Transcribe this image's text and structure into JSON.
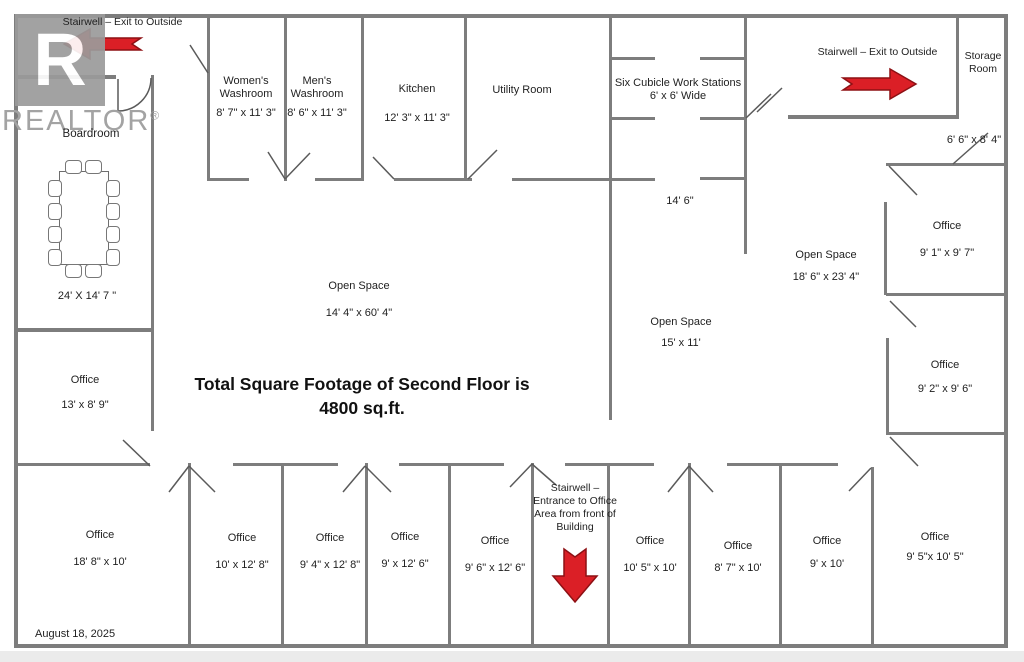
{
  "watermark": {
    "logo_letter": "R",
    "brand": "REALTOR",
    "registered": "®"
  },
  "notes": {
    "date": "August 18, 2025",
    "total_line1": "Total Square Footage of Second Floor is",
    "total_line2": "4800 sq.ft."
  },
  "stairwells": {
    "top_left": "Stairwell – Exit to Outside",
    "top_right": "Stairwell – Exit to Outside",
    "bottom_entrance": "Stairwell – Entrance to Office Area from front of Building"
  },
  "accent_colors": {
    "arrow_red": "#db1f26",
    "wall_gray": "#7d7d7d"
  },
  "rooms": {
    "boardroom": {
      "name": "Boardroom",
      "dims": "24' X 14' 7 \""
    },
    "womens_washroom": {
      "name": "Women's Washroom",
      "dims": "8' 7\" x 11' 3\""
    },
    "mens_washroom": {
      "name": "Men's Washroom",
      "dims": "8' 6\" x 11' 3\""
    },
    "kitchen": {
      "name": "Kitchen",
      "dims": "12' 3\" x 11' 3\""
    },
    "utility": {
      "name": "Utility Room",
      "dims": ""
    },
    "cubicles": {
      "name": "Six Cubicle Work Stations 6' x 6' Wide",
      "dims": ""
    },
    "cubicle_area": {
      "dims": "14' 6\""
    },
    "open_space_left": {
      "name": "Open Space",
      "dims": "14' 4\" x 60' 4\""
    },
    "open_space_mid": {
      "name": "Open Space",
      "dims": "15' x 11'"
    },
    "open_space_right": {
      "name": "Open Space",
      "dims": "18' 6\" x 23' 4\""
    },
    "storage": {
      "name": "Storage Room",
      "dims": "6' 6\" x 8' 4\""
    },
    "office_r1": {
      "name": "Office",
      "dims": "9' 1\" x 9' 7\""
    },
    "office_r2": {
      "name": "Office",
      "dims": "9' 2\" x 9' 6\""
    },
    "office_left": {
      "name": "Office",
      "dims": "13' x 8' 9\""
    },
    "office_b1": {
      "name": "Office",
      "dims": "18' 8\" x 10'"
    },
    "office_b2": {
      "name": "Office",
      "dims": "10' x 12' 8\""
    },
    "office_b3": {
      "name": "Office",
      "dims": "9' 4\" x 12' 8\""
    },
    "office_b4": {
      "name": "Office",
      "dims": "9' x 12' 6\""
    },
    "office_b5": {
      "name": "Office",
      "dims": "9' 6\" x 12' 6\""
    },
    "office_b6": {
      "name": "Office",
      "dims": "10' 5\" x 10'"
    },
    "office_b7": {
      "name": "Office",
      "dims": "8' 7\" x 10'"
    },
    "office_b8": {
      "name": "Office",
      "dims": "9' x 10'"
    },
    "office_b9": {
      "name": "Office",
      "dims": "9' 5\"x 10' 5\""
    }
  }
}
